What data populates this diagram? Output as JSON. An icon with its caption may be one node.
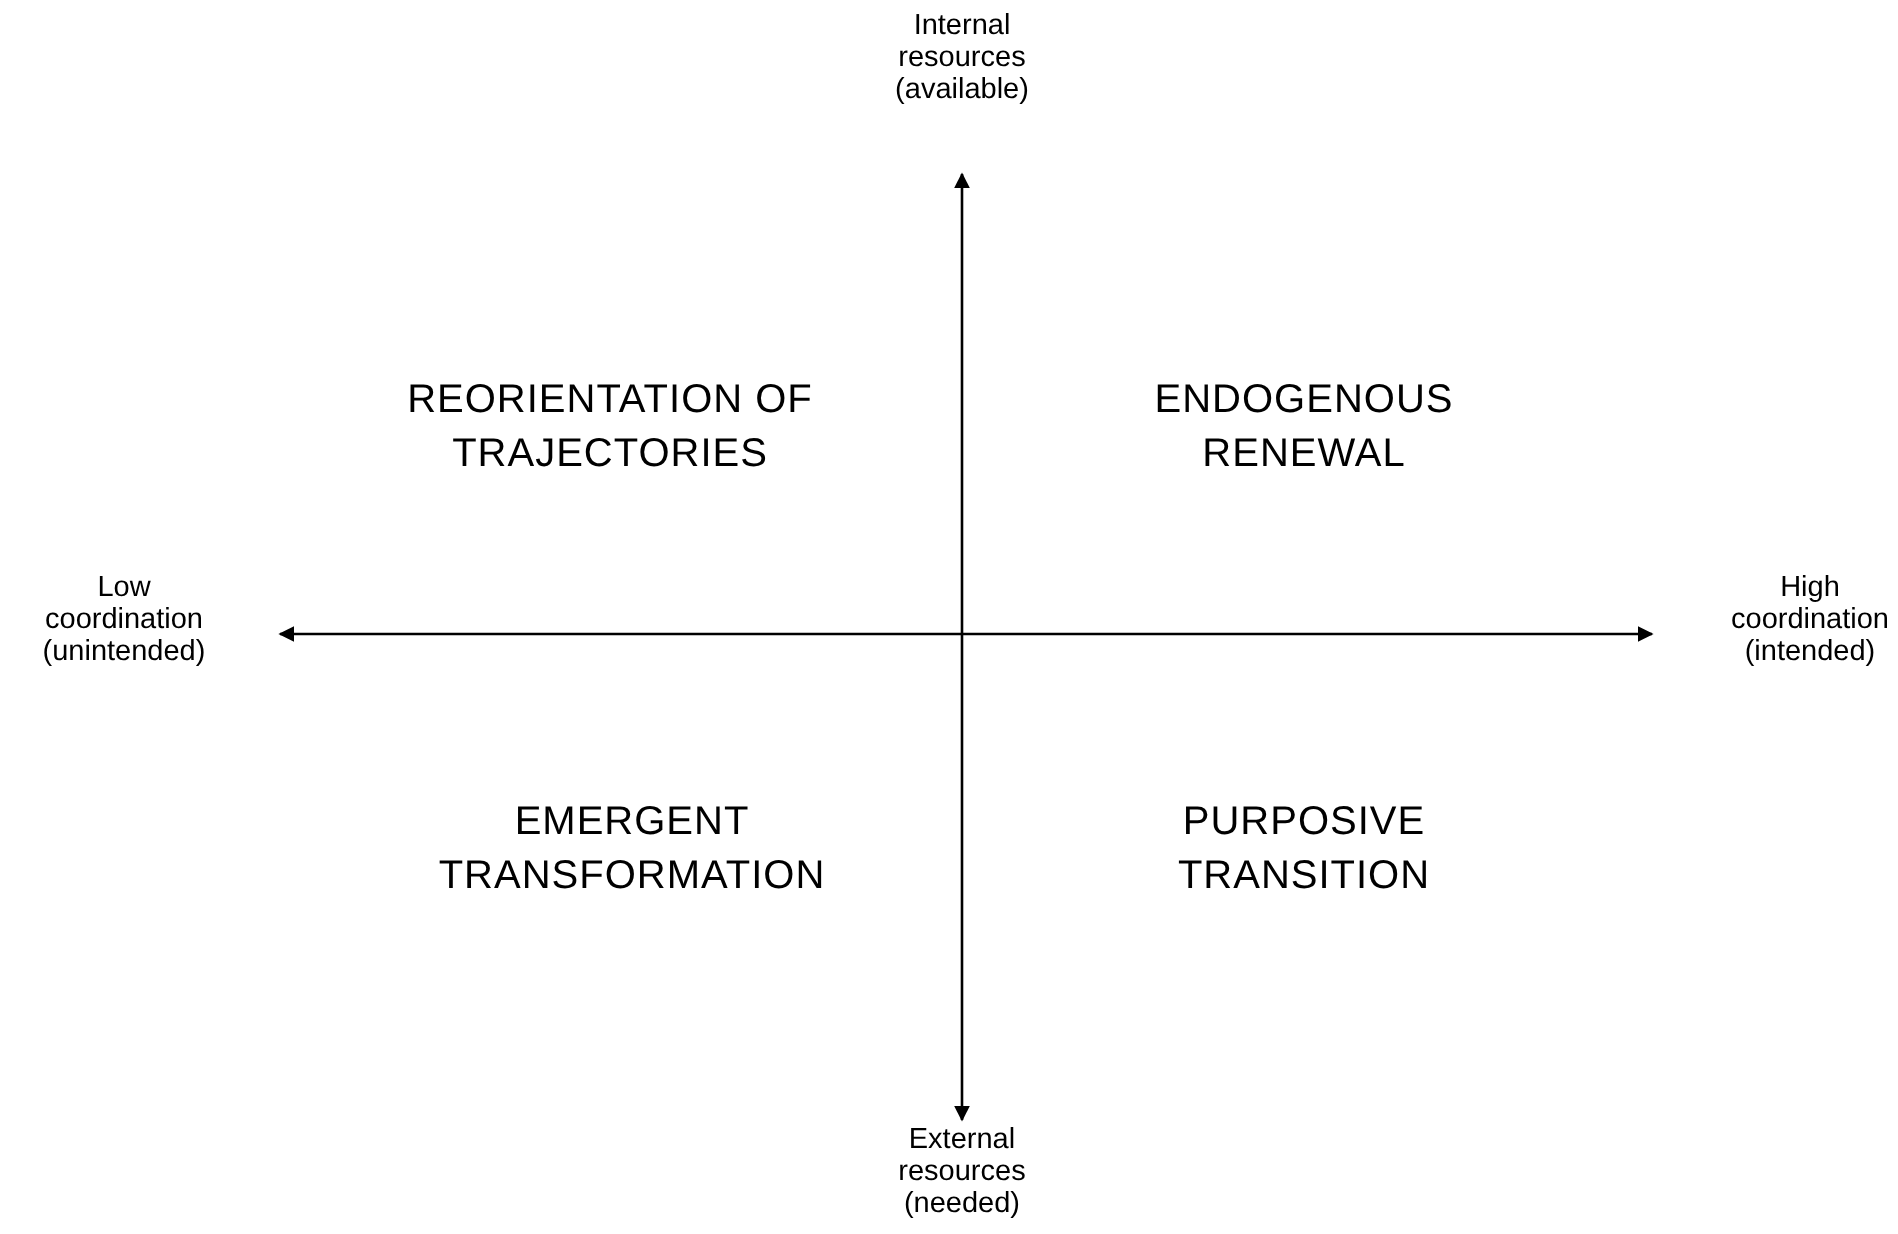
{
  "diagram": {
    "labels": [
      "Internal resources (available)",
      "REORIENTATION OF TRAJECTORIES",
      "ENDOGENOUS RENEWAL",
      "Low coordination (unintended)",
      "High coordination (intended)",
      "EMERGENT TRANSFORMATION",
      "PURPOSIVE TRANSITION",
      "External resources (needed)"
    ]
  }
}
